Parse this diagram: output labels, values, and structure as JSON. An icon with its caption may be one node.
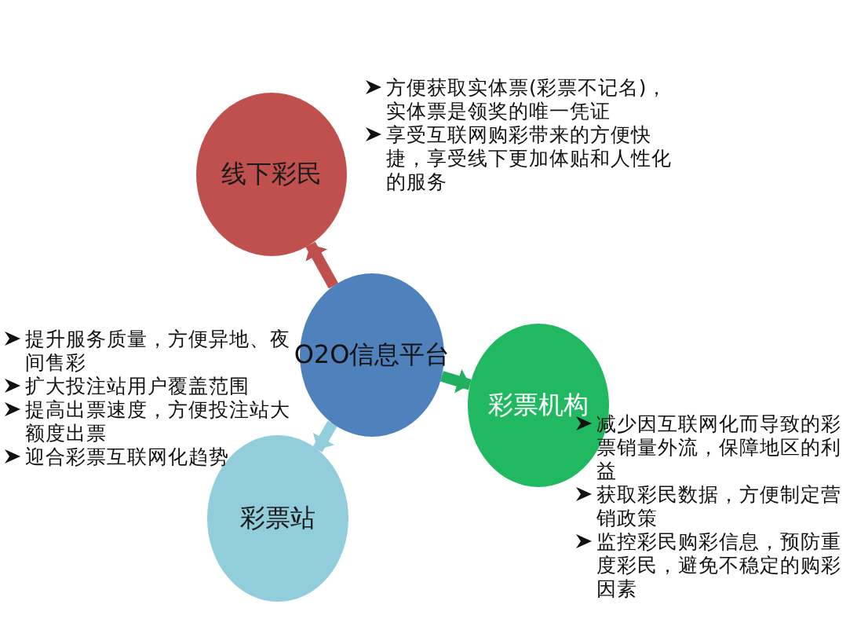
{
  "diagram": {
    "nodes": [
      {
        "text": [
          "线下彩民"
        ],
        "beside": [
          "方便获取实体票(彩票不记名)，实体票是领奖的唯一凭证",
          "享受互联网购彩带来的方便快捷，享受线下更加体贴和人性化的服务"
        ]
      },
      {
        "text": [
          "O2O信息平台"
        ]
      },
      {
        "text": [
          "彩票机构"
        ],
        "beside": [
          "减少因互联网化而导致的彩票销量外流，保障地区的利益",
          "获取彩民数据，方便制定营销政策",
          "监控彩民购彩信息，预防重度彩民，避免不稳定的购彩因素"
        ]
      },
      {
        "text": [
          "彩票站"
        ],
        "beside": [
          "提升服务质量，方便异地、夜间售彩",
          "扩大投注站用户覆盖范围",
          "提高出票速度，方便投注站大额度出票",
          "迎合彩票互联网化趋势"
        ]
      }
    ],
    "edges": [
      {
        "from": 1,
        "to": 0,
        "arrow": "to",
        "color": "#c0504d"
      },
      {
        "from": 1,
        "to": 2,
        "arrow": "to",
        "color": "#20b060"
      },
      {
        "from": 1,
        "to": 3,
        "arrow": "to",
        "color": "#92cddc"
      }
    ]
  }
}
